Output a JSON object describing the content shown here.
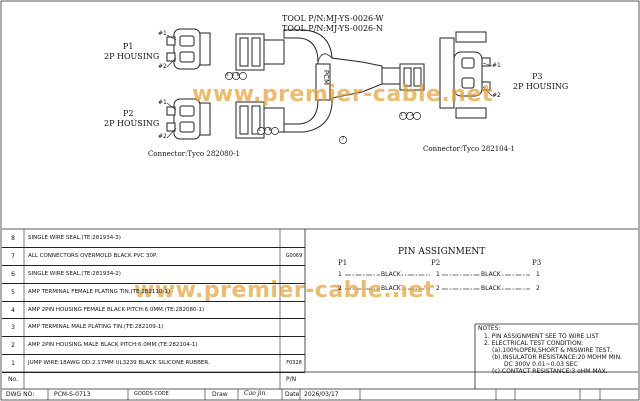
{
  "tool_pn": [
    "TOOL P/N:MJ-YS-0026-W",
    "TOOL P/N:MJ-YS-0026-N"
  ],
  "p1": {
    "name": "P1",
    "housing": "2P HOUSING"
  },
  "p2": {
    "name": "P2",
    "housing": "2P HOUSING"
  },
  "p3": {
    "name": "P3",
    "housing": "2P HOUSING"
  },
  "pin_labels": {
    "one": "#1",
    "two": "#2"
  },
  "pcm_label": "PCM",
  "callouts": {
    "c1": "456",
    "c2": "456",
    "c3": "123",
    "c4": "7"
  },
  "connector_left": "Connector:Tyco 282080-1",
  "connector_right": "Connector:Tyco 282104-1",
  "watermark": "www.premier-cable.net",
  "pin_assignment": {
    "title": "PIN   ASSIGNMENT",
    "headers": [
      "P1",
      "P2",
      "P3"
    ],
    "rows": [
      {
        "p1": "1",
        "w1": "BLACK",
        "p2": "1",
        "w2": "BLACK",
        "p3": "1"
      },
      {
        "p1": "2",
        "w1": "BLACK",
        "p2": "2",
        "w2": "BLACK",
        "p3": "2"
      }
    ]
  },
  "bom": [
    {
      "no": "8",
      "desc": "SINGLE WIRE SEAL.(TE:281934-3)",
      "pn": ""
    },
    {
      "no": "7",
      "desc": "ALL CONNECTORS OVERMOLD BLACK PVC 30P.",
      "pn": "G0069"
    },
    {
      "no": "6",
      "desc": "SINGLE WIRE SEAL.(TE:281934-2)",
      "pn": ""
    },
    {
      "no": "5",
      "desc": "AMP TERMINAL FEMALE PLATING TIN.(TE:282110-1)",
      "pn": ""
    },
    {
      "no": "4",
      "desc": "AMP 2PIN HOUSING FEMALE BLACK PITCH:6.0MM.(TE:282080-1)",
      "pn": ""
    },
    {
      "no": "3",
      "desc": "AMP TERMINAL MALE PLATING TIN.(TE:282109-1)",
      "pn": ""
    },
    {
      "no": "2",
      "desc": "AMP 2PIN HOUSING MALE BLACK PITCH:6.0MM.(TE:282104-1)",
      "pn": ""
    },
    {
      "no": "1",
      "desc": "JUMP WIRE:18AWG OD:2.17MM UL3239 BLACK SILICONE RUBBER.",
      "pn": "F0328"
    }
  ],
  "bom_header": {
    "no": "No.",
    "pn": "P/N"
  },
  "notes": {
    "title": "NOTES:",
    "lines": [
      "1. PIN ASSIGNMENT SEE TO WIRE LIST",
      "2. ELECTRICAL TEST CONDITION:",
      "(a).100%OPEN,SHORT & MISWIRE TEST,",
      "(b).INSULATOR RESISTANCE:20 MOHM MIN.",
      "DC 300V 0.01~0.03 SEC",
      "(c).CONTACT RESISTANCE:3 oHM MAX."
    ]
  },
  "title_block": {
    "dwg_label": "DWG NO:",
    "dwg_no": "PCM-S-0713",
    "goods_code": "GOODS CODE",
    "draw_label": "Draw",
    "draw_sign": "Cao jin",
    "date_label": "Date",
    "date": "2026/03/17"
  }
}
